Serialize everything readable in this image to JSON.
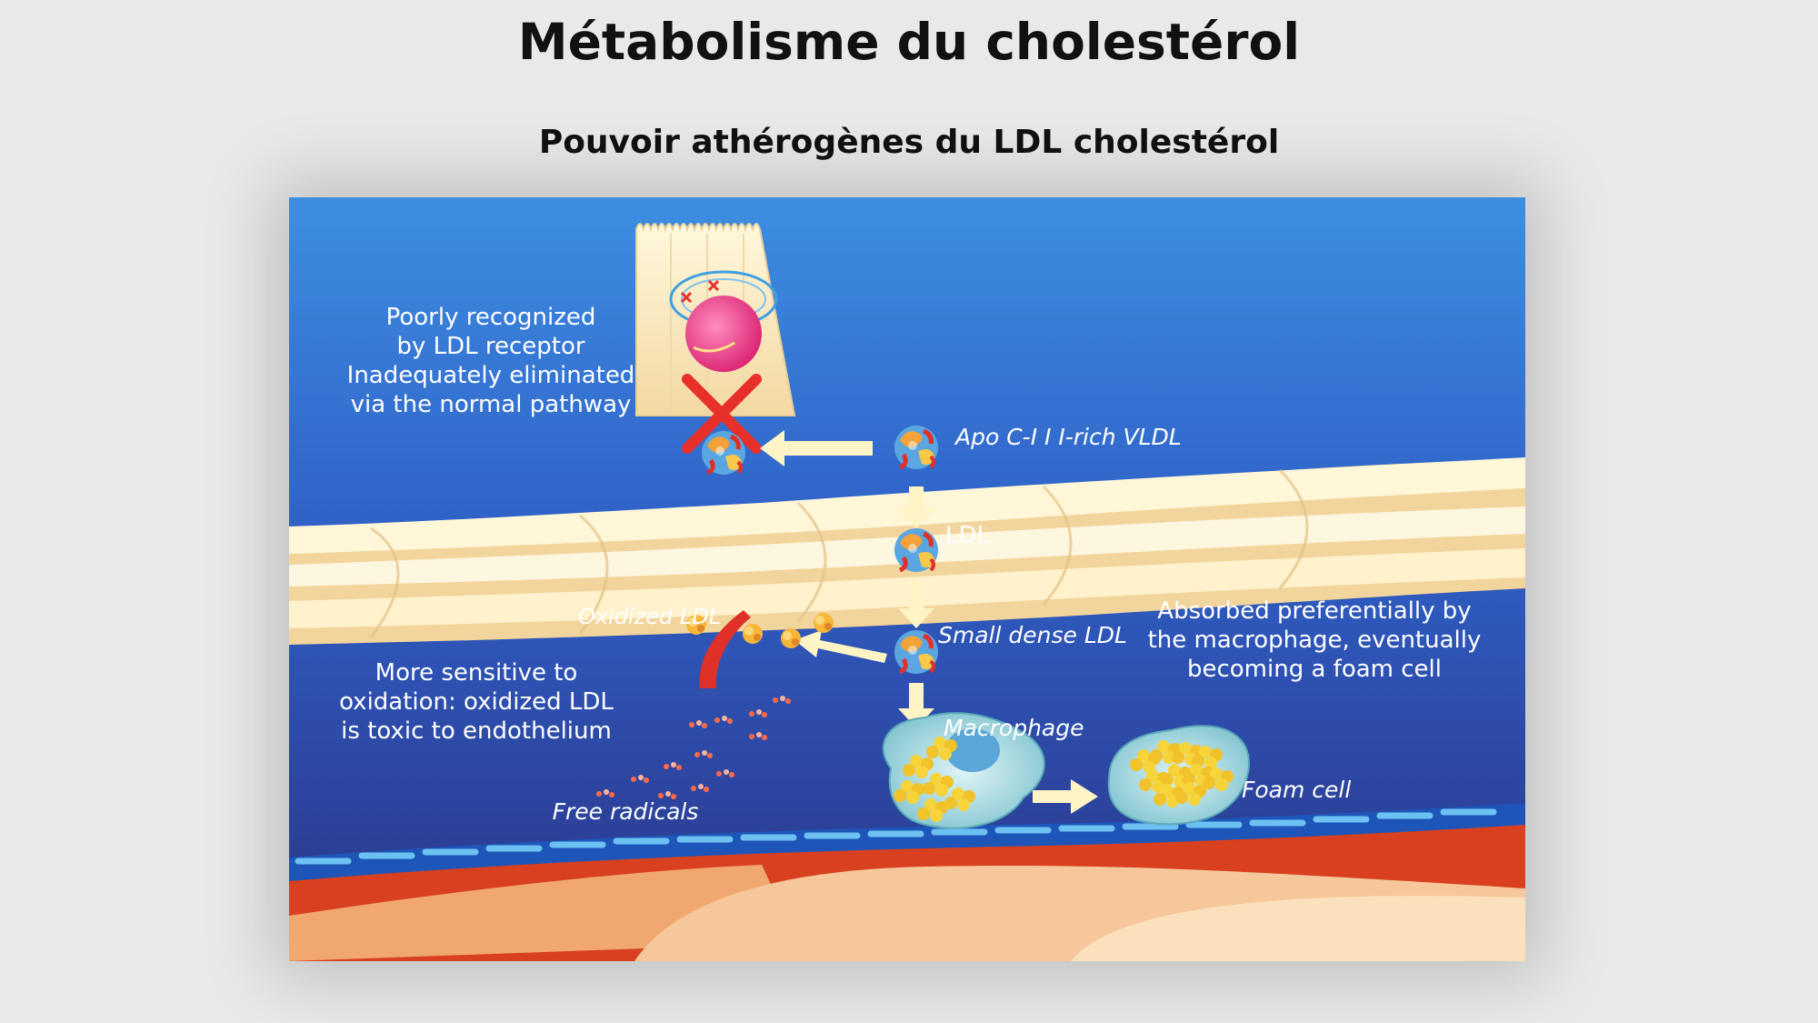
{
  "slide": {
    "title": "Métabolisme du cholestérol",
    "subtitle": "Pouvoir athérogènes du LDL cholestérol"
  },
  "diagram": {
    "labels": {
      "poorly_recognized": [
        "Poorly recognized",
        "by LDL receptor",
        "Inadequately eliminated",
        "via the normal pathway"
      ],
      "apo_vldl": "Apo C-I I I-rich VLDL",
      "ldl": "LDL",
      "small_dense_ldl": "Small dense LDL",
      "oxidized_ldl": "Oxidized LDL",
      "more_sensitive": [
        "More sensitive to",
        "oxidation: oxidized LDL",
        "is toxic to endothelium"
      ],
      "free_radicals": "Free radicals",
      "absorbed": [
        "Absorbed preferentially by",
        "the macrophage, eventually",
        "becoming a foam cell"
      ],
      "macrophage": "Macrophage",
      "foam_cell": "Foam cell"
    },
    "colors": {
      "sky_top": "#3b8de0",
      "sky_bottom": "#2b3a8e",
      "endothelium": "#fbeecb",
      "tissue_red": "#d83a24",
      "arrow_cream": "#fff4c6",
      "red_cross": "#e8302a",
      "lipoprotein_blue": "#5aa6e0",
      "lipoprotein_orange": "#f4a23a"
    },
    "icons": [
      "hepatocyte-icon",
      "lipoprotein-icon",
      "macrophage-icon",
      "foam-cell-icon",
      "cross-icon"
    ]
  }
}
